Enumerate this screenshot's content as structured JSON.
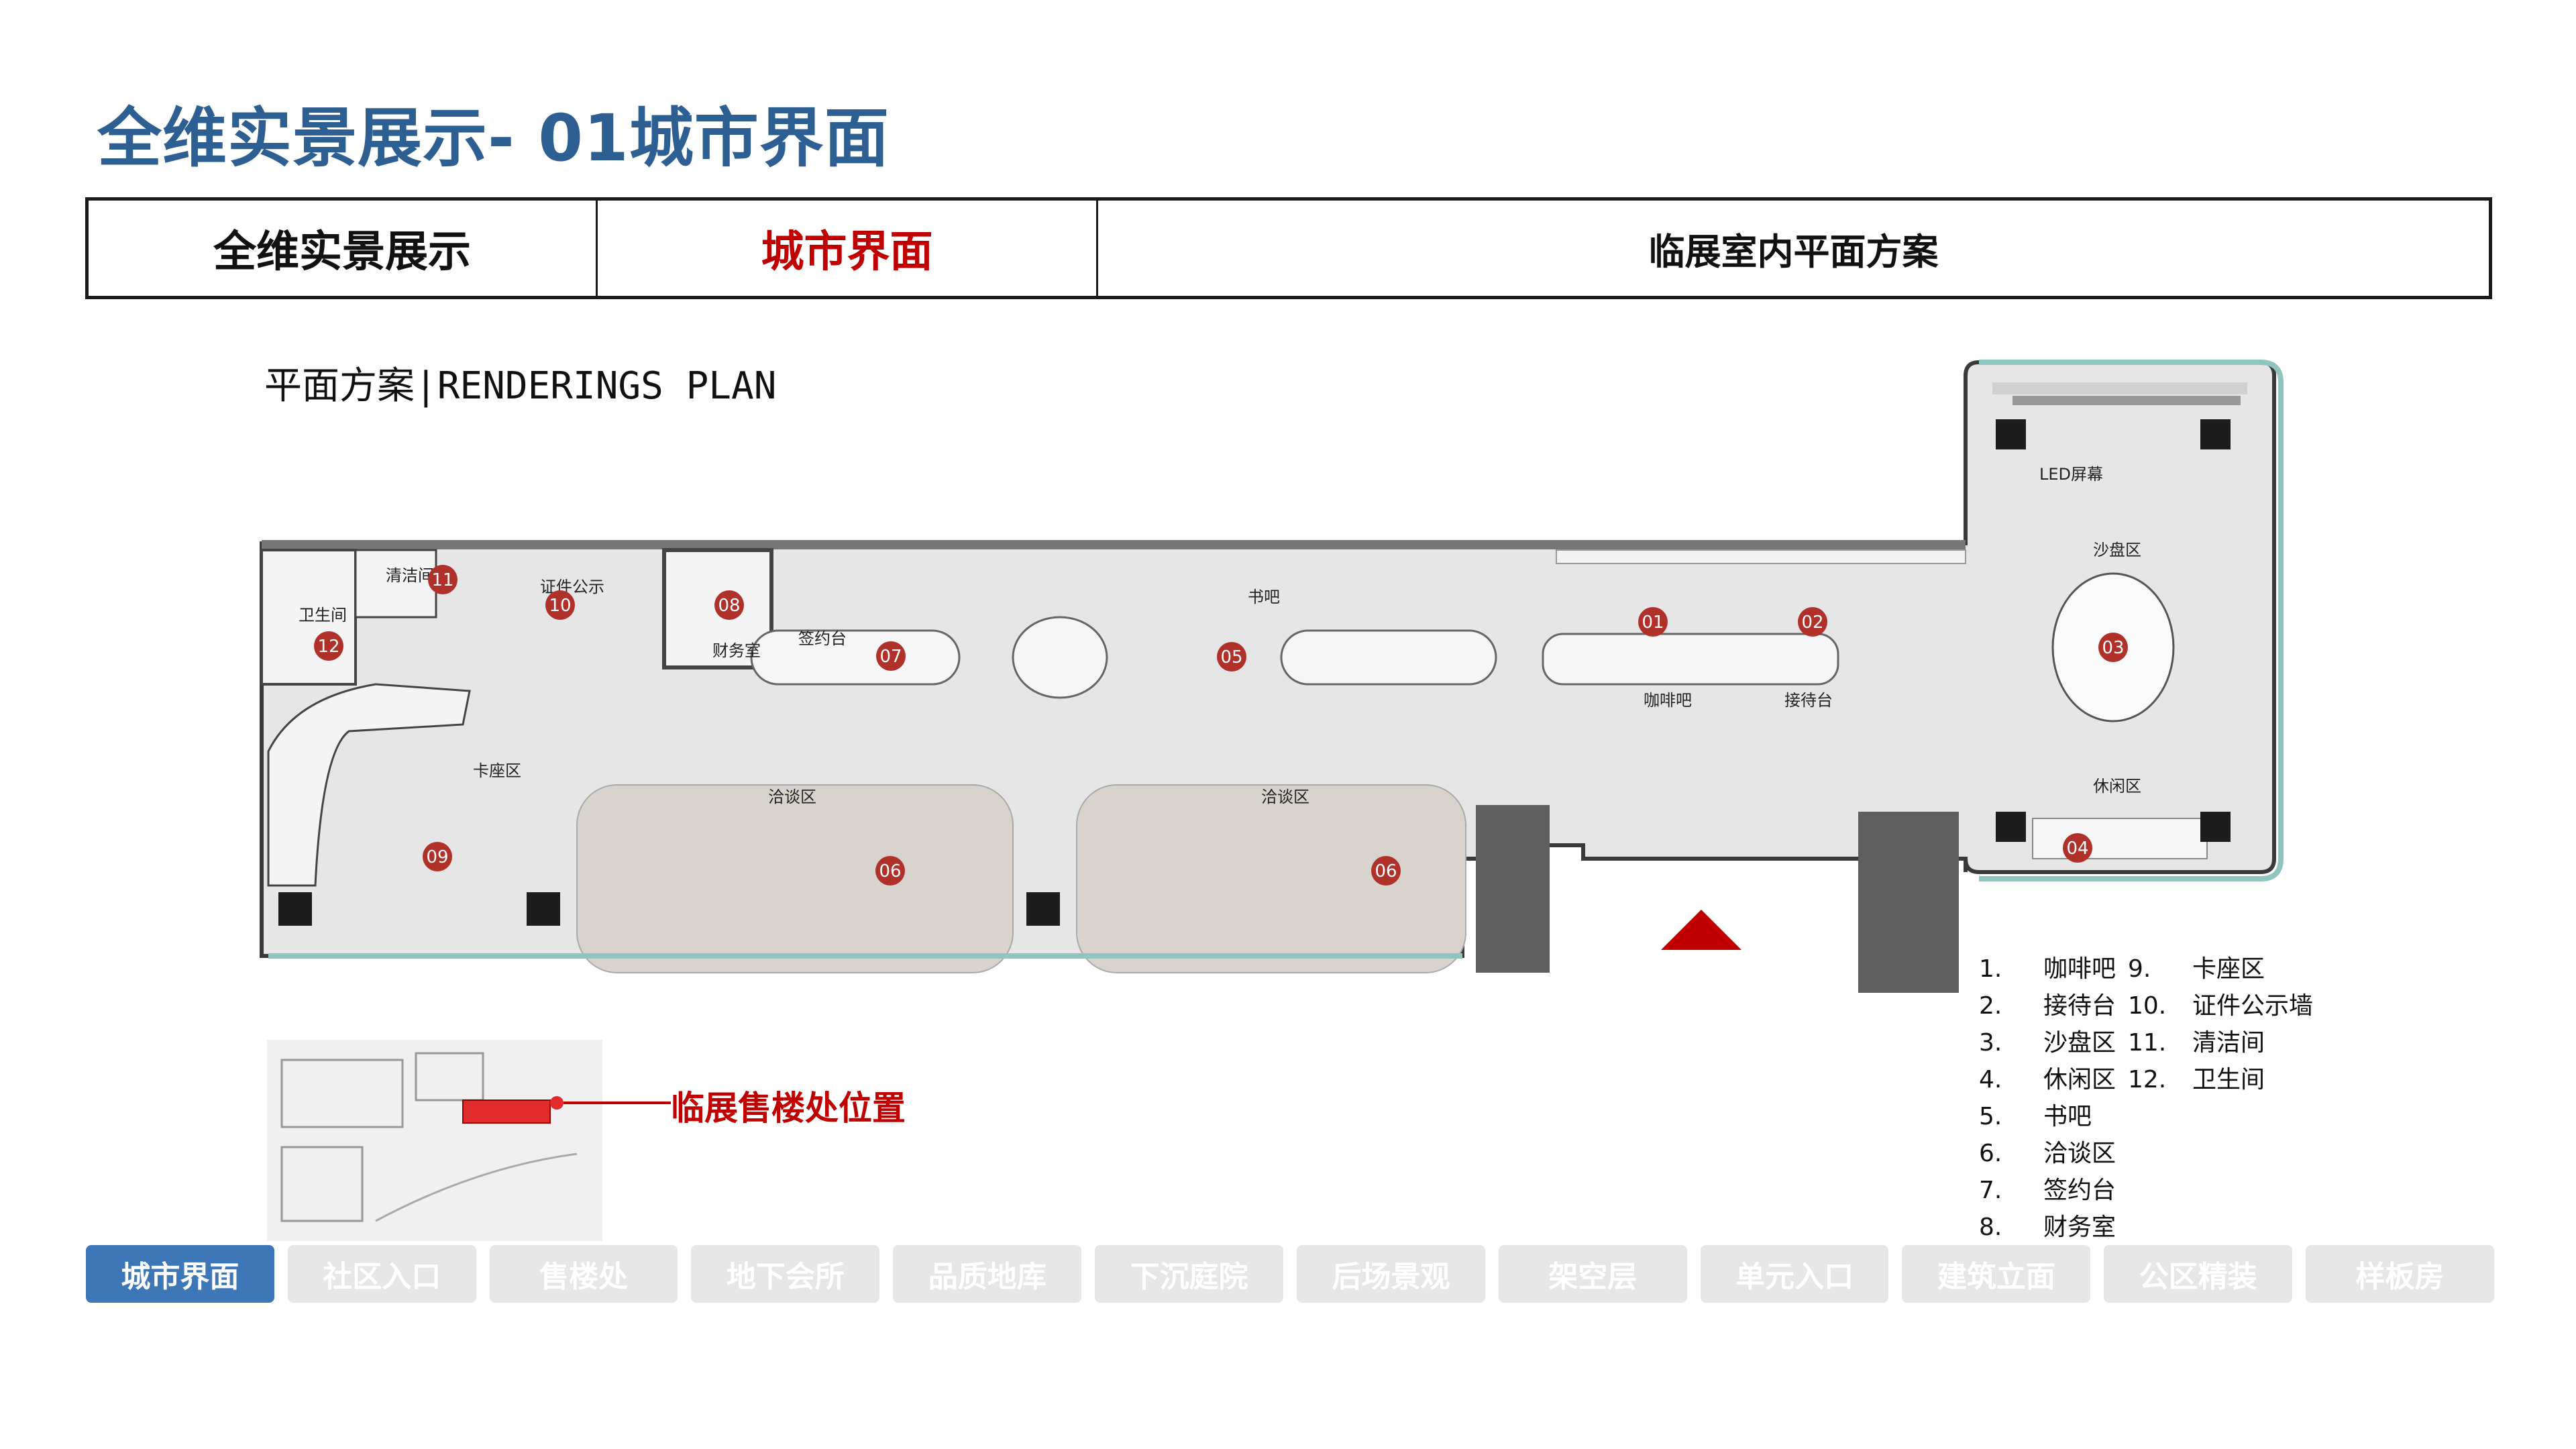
{
  "title": "全维实景展示- 01城市界面",
  "header": {
    "cell1": "全维实景展示",
    "cell2": "城市界面",
    "cell3": "临展室内平面方案"
  },
  "plan_title": "平面方案|RENDERINGS PLAN",
  "plan_labels": {
    "restroom": "卫生间",
    "cleaning": "清洁间",
    "cert_wall": "证件公示",
    "finance": "财务室",
    "signing": "签约台",
    "book_bar": "书吧",
    "cafe": "咖啡吧",
    "reception": "接待台",
    "led": "LED屏幕",
    "sand_table": "沙盘区",
    "leisure": "休闲区",
    "booth": "卡座区",
    "negotiation_a": "洽谈区",
    "negotiation_b": "洽谈区"
  },
  "markers": [
    "01",
    "02",
    "03",
    "04",
    "05",
    "06",
    "06",
    "07",
    "08",
    "09",
    "10",
    "11",
    "12"
  ],
  "legend": [
    {
      "num": "1.",
      "label": "咖啡吧"
    },
    {
      "num": "2.",
      "label": "接待台"
    },
    {
      "num": "3.",
      "label": "沙盘区"
    },
    {
      "num": "4.",
      "label": "休闲区"
    },
    {
      "num": "5.",
      "label": "书吧"
    },
    {
      "num": "6.",
      "label": "洽谈区"
    },
    {
      "num": "7.",
      "label": "签约台"
    },
    {
      "num": "8.",
      "label": "财务室"
    },
    {
      "num": "9.",
      "label": "卡座区"
    },
    {
      "num": "10.",
      "label": "证件公示墙"
    },
    {
      "num": "11.",
      "label": "清洁间"
    },
    {
      "num": "12.",
      "label": "卫生间"
    }
  ],
  "location_label": "临展售楼处位置",
  "nav_tabs": [
    "城市界面",
    "社区入口",
    "售楼处",
    "地下会所",
    "品质地库",
    "下沉庭院",
    "后场景观",
    "架空层",
    "单元入口",
    "建筑立面",
    "公区精装",
    "样板房"
  ],
  "active_tab": "城市界面",
  "colors": {
    "title": "#2d5f93",
    "accent_red": "#c00000",
    "marker": "#b0302a",
    "tab_active": "#3d77b8",
    "tab_inactive": "#e6e6e6"
  }
}
